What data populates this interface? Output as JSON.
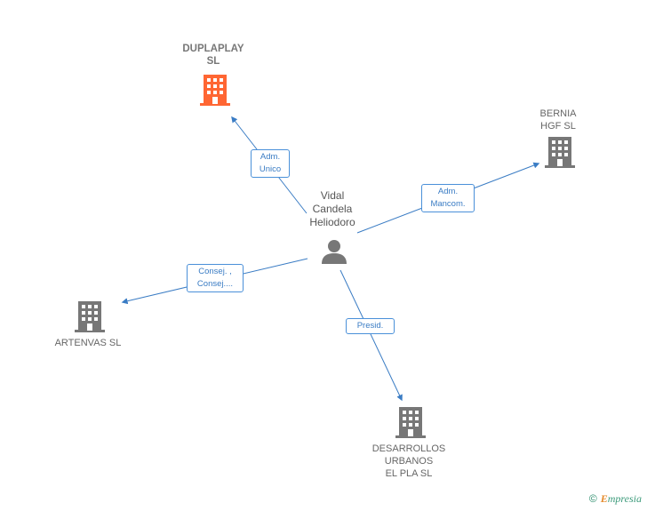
{
  "center_person": {
    "name_lines": [
      "Vidal",
      "Candela",
      "Heliodoro"
    ]
  },
  "companies": {
    "duplaplay": {
      "lines": [
        "DUPLAPLAY",
        "SL"
      ],
      "color": "#ff6633"
    },
    "bernia": {
      "lines": [
        "BERNIA",
        "HGF  SL"
      ],
      "color": "#777777"
    },
    "artenvas": {
      "lines": [
        "ARTENVAS SL"
      ],
      "color": "#777777"
    },
    "desarrollos": {
      "lines": [
        "DESARROLLOS",
        "URBANOS",
        "EL PLA SL"
      ],
      "color": "#777777"
    }
  },
  "edges": {
    "duplaplay": {
      "lines": [
        "Adm.",
        "Unico"
      ]
    },
    "bernia": {
      "lines": [
        "Adm.",
        "Mancom."
      ]
    },
    "artenvas": {
      "lines": [
        "Consej. ,",
        "Consej...."
      ]
    },
    "desarrollos": {
      "lines": [
        "Presid."
      ]
    }
  },
  "footer": {
    "copyright": "©",
    "brand_first": "E",
    "brand_rest": "mpresia"
  },
  "colors": {
    "edge": "#3a7cc4",
    "person": "#777777"
  }
}
